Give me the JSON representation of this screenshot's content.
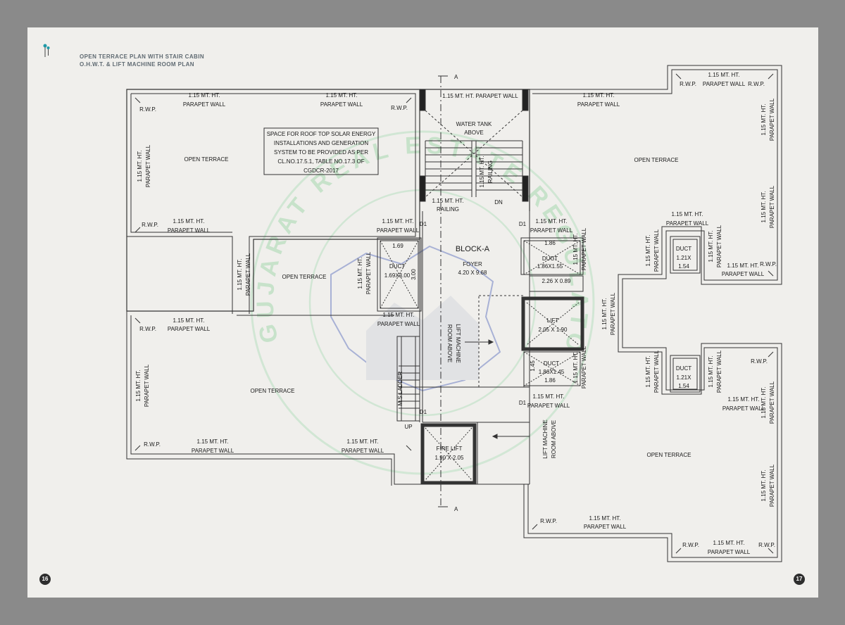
{
  "title": {
    "line1": "OPEN TERRACE PLAN WITH STAIR CABIN",
    "line2": "O.H.W.T. & LIFT MACHINE ROOM PLAN"
  },
  "pages": {
    "left": "16",
    "right": "17"
  },
  "labels": {
    "parapet_ht": "1.15 MT. HT.",
    "parapet_wall": "PARAPET WALL",
    "parapet_combined": "1.15 MT. HT. PARAPET WALL",
    "rwp": "R.W.P.",
    "open_terrace": "OPEN TERRACE",
    "railing": "RAILING",
    "dn": "DN",
    "up": "UP",
    "d1": "D1",
    "section_a": "A",
    "water_tank_1": "WATER TANK",
    "water_tank_2": "ABOVE",
    "solar_note": [
      "SPACE FOR ROOF TOP SOLAR ENERGY",
      "INSTALLATIONS AND GENERATION",
      "SYSTEM TO BE PROVIDED AS PER",
      "CL.NO.17.5.1, TABLE NO.17.3 OF",
      "CGDCR-2017"
    ],
    "block": "BLOCK-A",
    "foyer": "FOYER",
    "foyer_size": "4.20 X 9.68",
    "duct": "DUCT",
    "duct_left_size": "1.69X3.00",
    "dim_169": "1.69",
    "dim_300": "3.00",
    "duct_r1_size": "1.86X1.55",
    "dim_186": "1.86",
    "dim_226": "2.26 X 0.89",
    "lift": "LIFT",
    "lift_size": "2.05 X 1.90",
    "duct_r2_size": "1.86X1.45",
    "dim_145": "1.45",
    "lmr_1": "LIFT MACHINE",
    "lmr_2": "ROOM ABOVE",
    "ms_ladder": "M.S LADDER",
    "fire_lift": "FIRE LIFT",
    "fire_lift_size": "1.90 X 2.05",
    "duct_small_1": "1.21X",
    "duct_small_2": "1.54"
  },
  "watermark": "GUJARAT REAL ESTATE REGULATORY AUTHORITY",
  "colors": {
    "background": "#8a8a8a",
    "sheet": "#f0efec",
    "line": "#333333",
    "watermark_green": "#9bd3a6",
    "watermark_blue": "#5a6fb8"
  }
}
